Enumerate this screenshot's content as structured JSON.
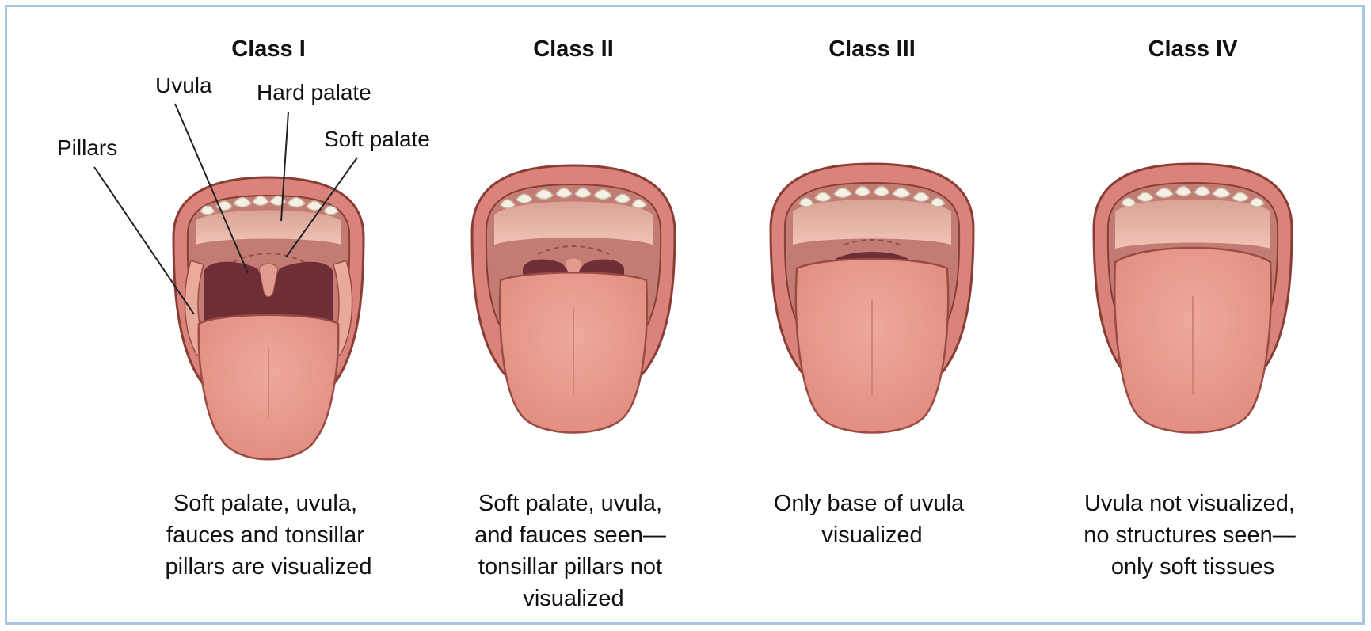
{
  "colors": {
    "frame": "#a9c5e4",
    "lip": "#d9837a",
    "lip_edge": "#8a3d35",
    "mouth_inner": "#c27c74",
    "palate": "#e9b7aa",
    "teeth": "#f4f1e4",
    "tongue": "#e8988a",
    "throat": "#6e2d37",
    "leader": "#222222"
  },
  "panels": [
    {
      "title": "Class I",
      "caption": [
        "Soft palate, uvula,",
        "fauces and tonsillar",
        "pillars are visualized"
      ]
    },
    {
      "title": "Class II",
      "caption": [
        "Soft palate, uvula,",
        "and fauces seen—",
        "tonsillar pillars not",
        "visualized"
      ]
    },
    {
      "title": "Class III",
      "caption": [
        "Only base of uvula",
        "visualized"
      ]
    },
    {
      "title": "Class IV",
      "caption": [
        "Uvula not visualized,",
        "no structures seen—",
        "only soft tissues"
      ]
    }
  ],
  "annotations": {
    "uvula": "Uvula",
    "hard_palate": "Hard palate",
    "soft_palate": "Soft palate",
    "pillars": "Pillars"
  }
}
